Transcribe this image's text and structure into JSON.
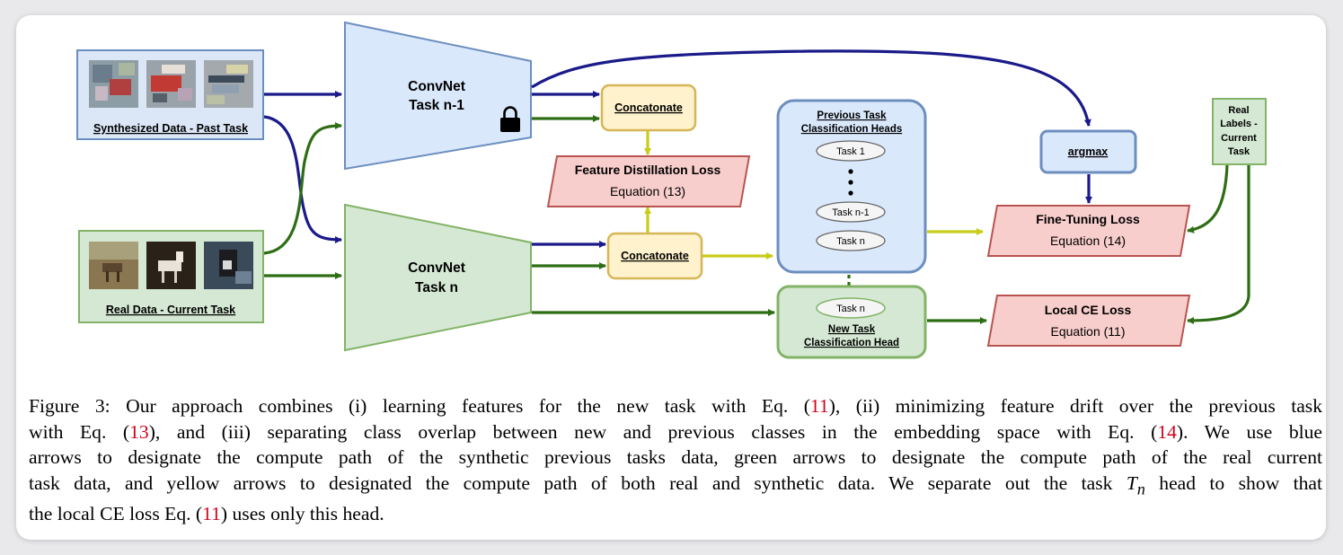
{
  "figure": {
    "synthesized_label": "Synthesized Data - Past Task",
    "real_label": "Real Data - Current Task",
    "convnet_prev": [
      "ConvNet",
      "Task n-1"
    ],
    "convnet_new": [
      "ConvNet",
      "Task n"
    ],
    "concat_label": "Concatonate",
    "feature_loss": {
      "title": "Feature Distillation Loss",
      "equation": "Equation (13)"
    },
    "prev_heads": {
      "title": [
        "Previous Task",
        "Classification Heads"
      ],
      "items": [
        "Task 1",
        "Task n-1",
        "Task n"
      ]
    },
    "new_head": {
      "title": [
        "New Task",
        "Classification Head"
      ],
      "item": "Task n"
    },
    "argmax_label": "argmax",
    "real_labels": [
      "Real",
      "Labels -",
      "Current",
      "Task"
    ],
    "fine_tuning_loss": {
      "title": "Fine-Tuning Loss",
      "equation": "Equation (14)"
    },
    "local_ce_loss": {
      "title": "Local CE Loss",
      "equation": "Equation (11)"
    },
    "colors": {
      "blue_path": "#1a1a8a",
      "green_path": "#2d6e14",
      "yellow_path": "#c8cc1a"
    }
  },
  "caption": {
    "l1": [
      "Figure 3: Our approach combines (i) learning features for the new task with Eq. (",
      "11",
      "), (ii) minimizing feature drift over the previous task"
    ],
    "l2": [
      "with Eq. (",
      "13",
      "), and (iii) separating class overlap between new and previous classes in the embedding space with Eq. (",
      "14",
      ").  We use blue"
    ],
    "l3": "arrows to designate the compute path of the synthetic previous tasks data, green arrows to designate the compute path of the real current",
    "l4": [
      "task data, and yellow arrows to designated the compute path of both real and synthetic data. We separate out the task ",
      "T",
      "n",
      " head to show that"
    ],
    "l5": [
      "the local CE loss Eq. (",
      "11",
      ") uses only this head."
    ]
  }
}
